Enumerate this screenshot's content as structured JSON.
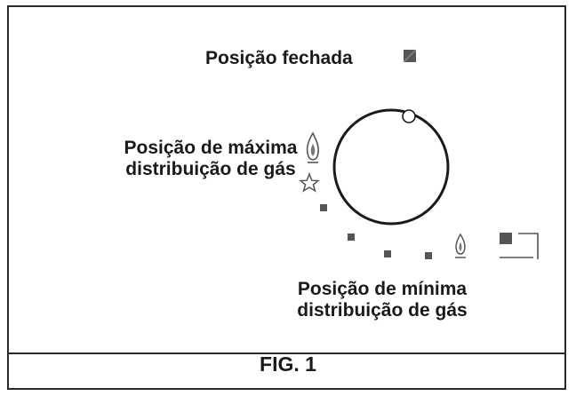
{
  "labels": {
    "closed": "Posição fechada",
    "max_line1": "Posição de máxima",
    "max_line2": "distribuição de gás",
    "min_line1": "Posição de mínima",
    "min_line2": "distribuição de gás"
  },
  "caption": "FIG. 1",
  "icons": {
    "closed_marker": "closed-square-icon",
    "max_flame": "large-flame-icon",
    "min_flame": "small-flame-icon",
    "ignition_star": "ignition-star-icon",
    "knob": "knob-icon",
    "indicator": "corner-bracket-indicator-icon"
  },
  "colors": {
    "line": "#2a2a2a",
    "marker": "#555555"
  }
}
